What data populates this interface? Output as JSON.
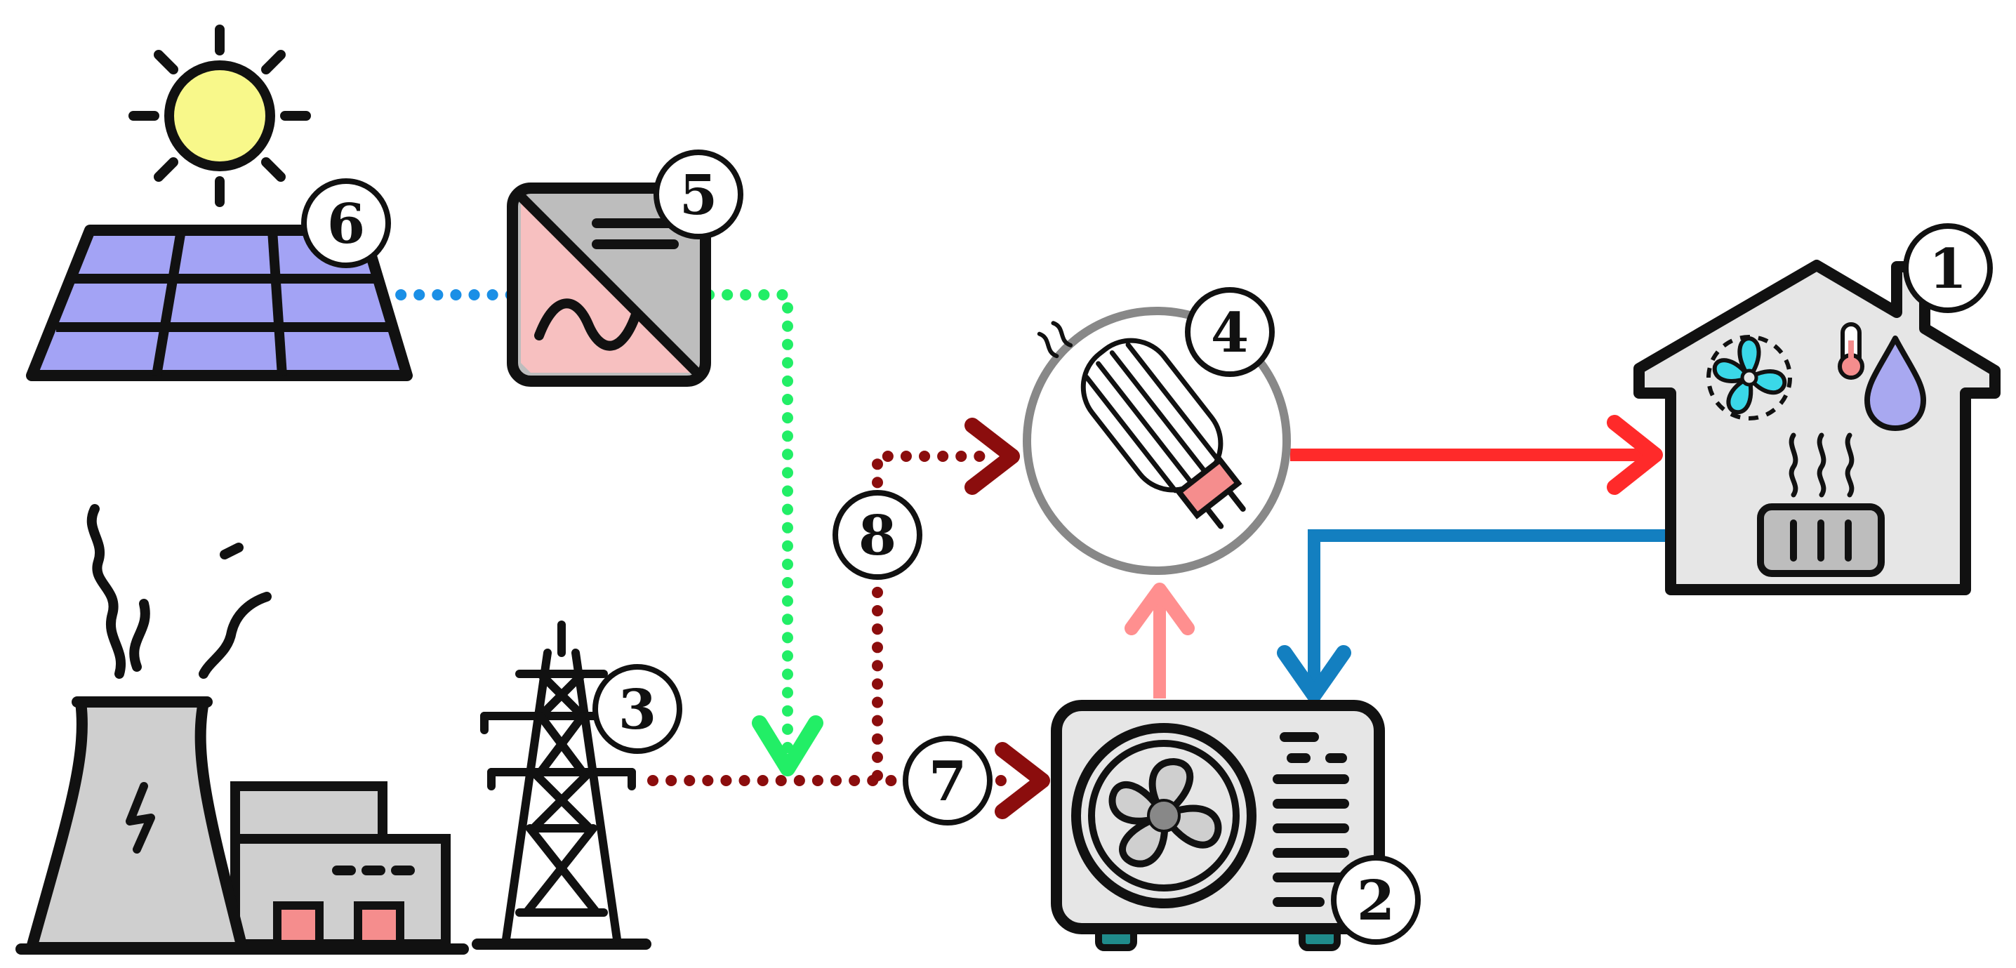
{
  "labels": {
    "house": "1",
    "heat_pump": "2",
    "grid": "3",
    "heater": "4",
    "inverter": "5",
    "solar": "6",
    "path7": "7",
    "path8": "8"
  },
  "colors": {
    "outline": "#111111",
    "panel": "#a3a3f5",
    "sun": "#f8f88a",
    "inverter_pink": "#f7c0c0",
    "inverter_gray": "#bdbdbd",
    "gray_fill": "#cfcfcf",
    "light_fill": "#e6e6e6",
    "dc_link": "#1a8fe6",
    "ac_link": "#22ee66",
    "grid_power": "#8b0d0d",
    "hot_supply": "#ff2a2a",
    "cold_return": "#137fc0",
    "heat_lift": "#ff8f8f",
    "fan_cyan": "#3ad8e8",
    "drop": "#a8a8f0",
    "window": "#f58d8d",
    "teal": "#1f8b8b"
  },
  "icons": [
    "sun-icon",
    "solar-panel-icon",
    "inverter-icon",
    "power-plant-icon",
    "transmission-tower-icon",
    "heating-element-icon",
    "heat-pump-icon",
    "house-icon",
    "fan-icon",
    "thermometer-icon",
    "water-drop-icon",
    "radiator-icon"
  ]
}
